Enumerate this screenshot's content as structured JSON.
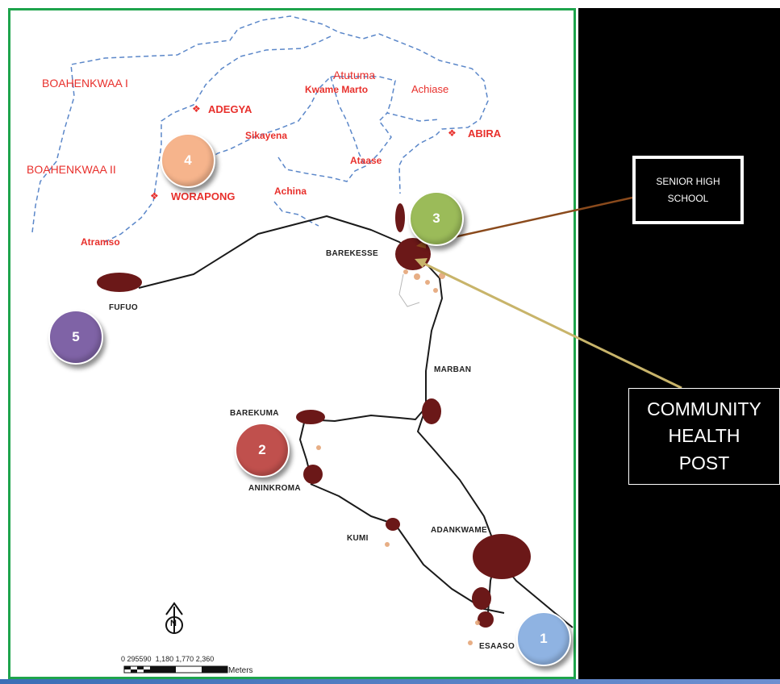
{
  "regions": {
    "boahenkwaa_i": "BOAHENKWAA I",
    "boahenkwaa_ii": "BOAHENKWAA II"
  },
  "villages": {
    "adegya": "ADEGYA",
    "worapong": "WORAPONG",
    "abira": "ABIRA",
    "atutuma": "Atutuma",
    "kwame_marto": "Kwame Marto",
    "achiase": "Achiase",
    "sikayena": "Sikayena",
    "ataase": "Ataase",
    "achina": "Achina",
    "atramso": "Atramso"
  },
  "towns": {
    "barekesse": "BAREKESSE",
    "fufuo": "FUFUO",
    "marban": "MARBAN",
    "barekuma": "BAREKUMA",
    "aninkroma": "ANINKROMA",
    "kumi": "KUMI",
    "adankwame": "ADANKWAME",
    "esaaso": "ESAASO"
  },
  "badges": [
    {
      "label": "1",
      "color": "#8fb3e2"
    },
    {
      "label": "2",
      "color": "#c0504d"
    },
    {
      "label": "3",
      "color": "#9bbb59"
    },
    {
      "label": "4",
      "color": "#f6b48c"
    },
    {
      "label": "5",
      "color": "#7f63a6"
    }
  ],
  "callouts": {
    "senior_high_school": "SENIOR HIGH SCHOOL",
    "community_health_post": "COMMUNITY HEALTH POST"
  },
  "colors": {
    "frame": "#1ea44c",
    "label_red": "#e8302c",
    "boundary": "#5b87c9",
    "road": "#1a1a1a",
    "settlement": "#6b1818",
    "arrow_school": "#8a4a1c",
    "arrow_health": "#c8b46a"
  },
  "north_arrow": {
    "letter": "N"
  },
  "scale_bar": {
    "ticks": [
      "0",
      "295590",
      "1,180",
      "1,770",
      "2,360"
    ],
    "unit": "Meters"
  }
}
